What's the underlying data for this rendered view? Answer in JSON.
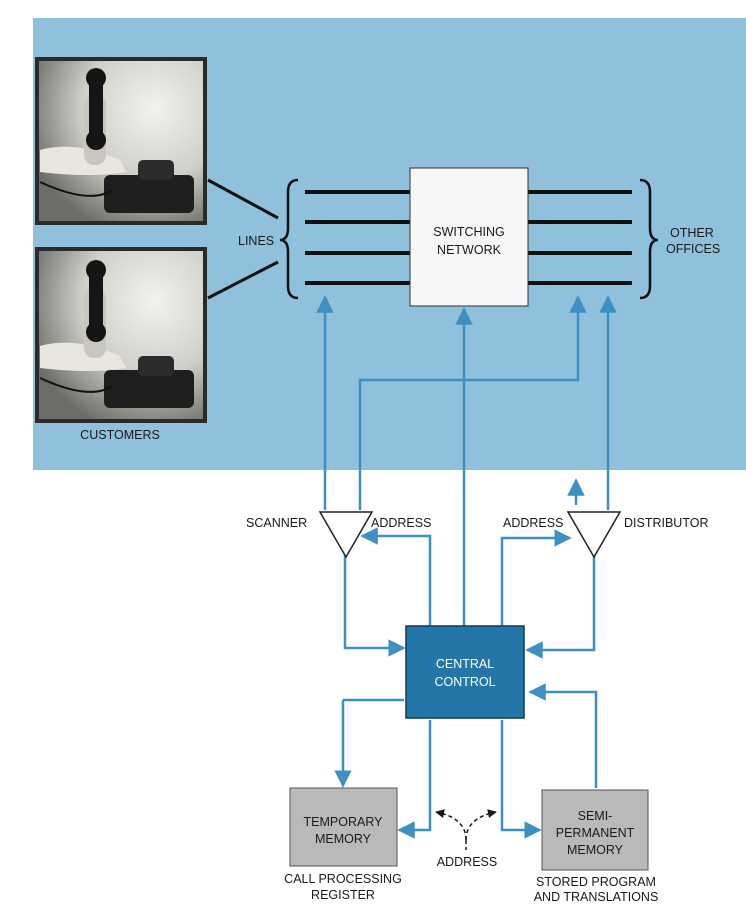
{
  "customers": {
    "label": "CUSTOMERS"
  },
  "lines": {
    "label": "LINES"
  },
  "switching_network": {
    "line1": "SWITCHING",
    "line2": "NETWORK"
  },
  "other_offices": {
    "line1": "OTHER",
    "line2": "OFFICES"
  },
  "scanner": {
    "label": "SCANNER",
    "address_label": "ADDRESS"
  },
  "distributor": {
    "label": "DISTRIBUTOR",
    "address_label": "ADDRESS"
  },
  "central_control": {
    "line1": "CENTRAL",
    "line2": "CONTROL"
  },
  "temporary_memory": {
    "line1": "TEMPORARY",
    "line2": "MEMORY",
    "caption1": "CALL PROCESSING",
    "caption2": "REGISTER"
  },
  "semi_permanent_memory": {
    "line1": "SEMI-",
    "line2": "PERMANENT",
    "line3": "MEMORY",
    "caption1": "STORED PROGRAM",
    "caption2": "AND TRANSLATIONS"
  },
  "memory_address": {
    "label": "ADDRESS"
  },
  "colors": {
    "sky_panel": "#8fc0dc",
    "arrow_blue": "#3e8fc2",
    "central_control_fill": "#2476a8",
    "memory_fill": "#b9b9b9",
    "network_fill": "#f6f6f4",
    "line_black": "#111111"
  }
}
